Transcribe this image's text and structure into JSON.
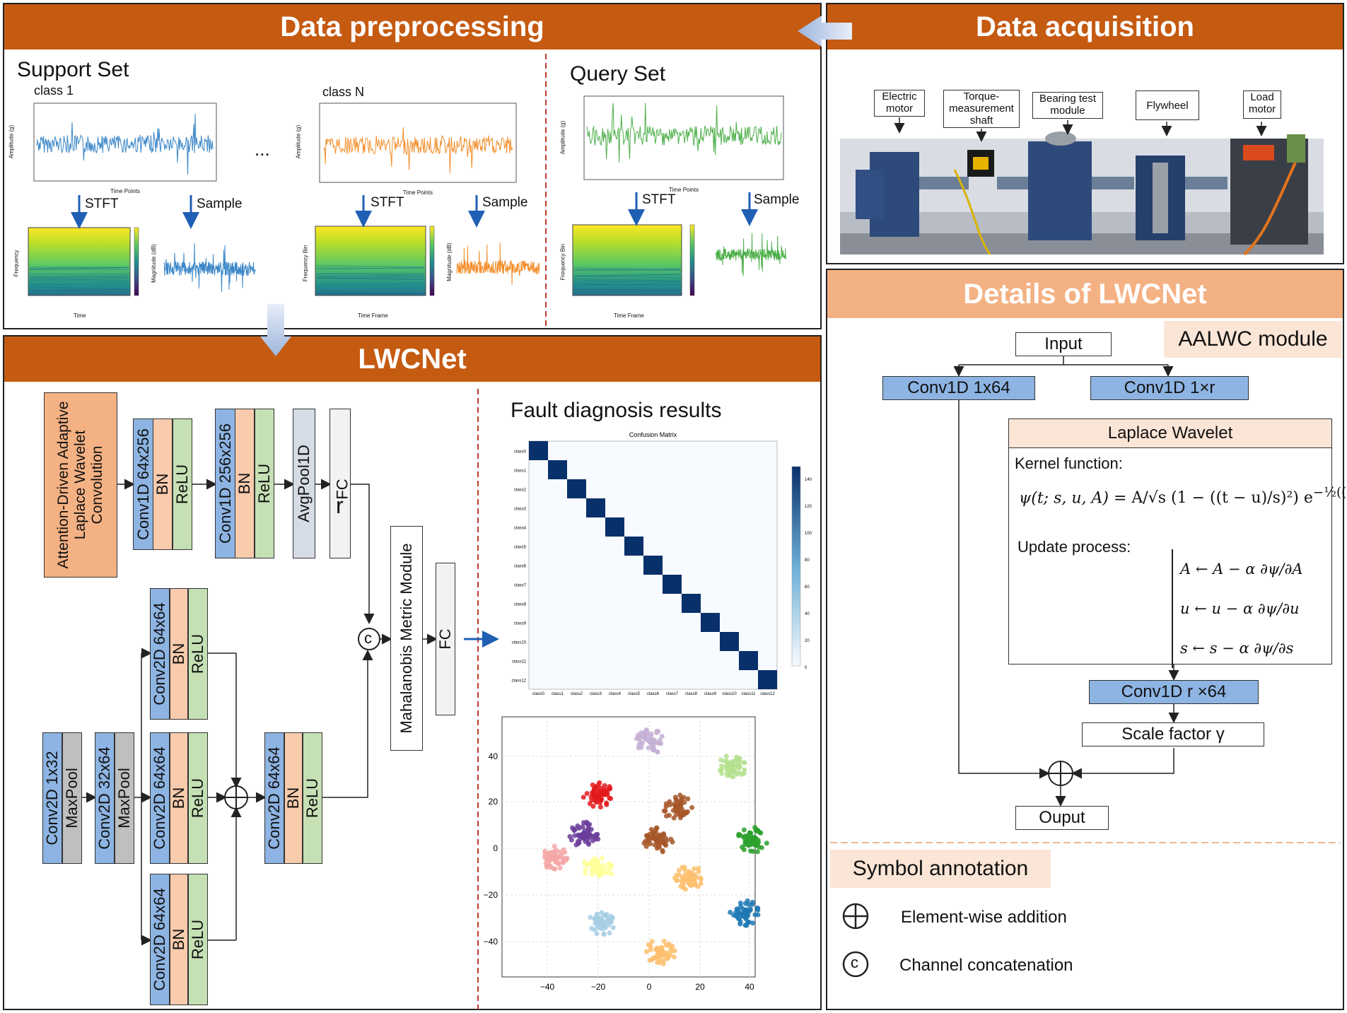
{
  "preprocessing": {
    "title": "Data preprocessing",
    "support_set": "Support Set",
    "query_set": "Query Set",
    "class1": "class 1",
    "classN": "class N",
    "ellipsis": "...",
    "stft": "STFT",
    "sample": "Sample",
    "axis_amplitude": "Amplitude (g)",
    "axis_time_points": "Time Points",
    "axis_frequency": "Frequency",
    "axis_frequency_bin": "Frequency Bin",
    "axis_time": "Time",
    "axis_time_frame": "Time Frame",
    "axis_magnitude": "Magnitude (dB)"
  },
  "acquisition": {
    "title": "Data acquisition",
    "labels": [
      "Electric motor",
      "Torque-measurement shaft",
      "Bearing test module",
      "Flywheel",
      "Load motor"
    ]
  },
  "lwcnet": {
    "title": "LWCNet",
    "aalwc_block": "Attention-Driven Adaptive Laplace Wavelet Convolution",
    "conv1d_a": "Conv1D 64x256",
    "conv1d_b": "Conv1D 256x256",
    "bn": "BN",
    "relu": "ReLU",
    "avgpool": "AvgPool1D",
    "fc": "FC",
    "r": "r",
    "conv2d_1": "Conv2D 1x32",
    "conv2d_2": "Conv2D 32x64",
    "maxpool": "MaxPool",
    "conv2d_64": "Conv2D 64x64",
    "mahalanobis": "Mahalanobis Metric Module",
    "results_title": "Fault diagnosis results",
    "concat_symbol": "c",
    "add_symbol": "+"
  },
  "confusion": {
    "title": "Confusion Matrix",
    "classes": [
      "class0",
      "class1",
      "class2",
      "class3",
      "class4",
      "class5",
      "class6",
      "class7",
      "class8",
      "class9",
      "class10",
      "class11",
      "class12"
    ],
    "colorbar_ticks": [
      "140",
      "120",
      "100",
      "80",
      "60",
      "40",
      "20",
      "0"
    ]
  },
  "tsne": {
    "x_ticks": [
      "−40",
      "−20",
      "0",
      "20",
      "40"
    ],
    "y_ticks": [
      "40",
      "20",
      "0",
      "−20",
      "−40"
    ]
  },
  "details": {
    "title": "Details of LWCNet",
    "module": "AALWC module",
    "input": "Input",
    "conv1x64": "Conv1D 1x64",
    "conv1xr": "Conv1D 1×r",
    "laplace": "Laplace Wavelet",
    "kernel": "Kernel function:",
    "update": "Update process:",
    "convr64": "Conv1D r ×64",
    "scale": "Scale factor γ",
    "output": "Ouput"
  },
  "symbols": {
    "title": "Symbol annotation",
    "add": "Element-wise addition",
    "concat": "Channel concatenation"
  },
  "colors": {
    "header": "#c55a11",
    "header_light": "#f4b183",
    "blue_block": "#8db4e2",
    "bn_block": "#f8cbad",
    "relu_block": "#c5e0b4",
    "arrow": "#1f5fb4"
  }
}
